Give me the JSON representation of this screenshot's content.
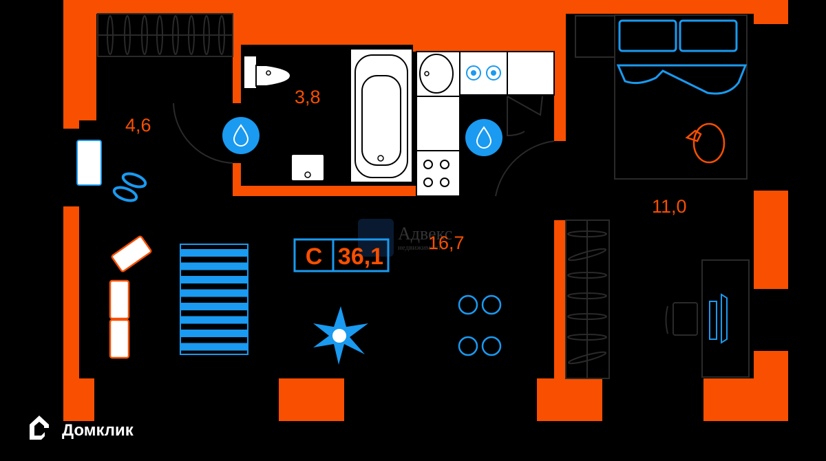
{
  "plan": {
    "total_area_label": "С",
    "total_area": "36,1",
    "rooms": [
      {
        "name": "hallway",
        "area": "4,6"
      },
      {
        "name": "bathroom",
        "area": "3,8"
      },
      {
        "name": "living-kitchen",
        "area": "16,7"
      },
      {
        "name": "bedroom",
        "area": "11,0"
      }
    ]
  },
  "watermark": {
    "title": "Адвекс",
    "subtitle": "недвижимость"
  },
  "brand": {
    "name": "Домклик"
  },
  "colors": {
    "wall": "#f84f00",
    "accent": "#1a9af0",
    "background": "#000000"
  }
}
